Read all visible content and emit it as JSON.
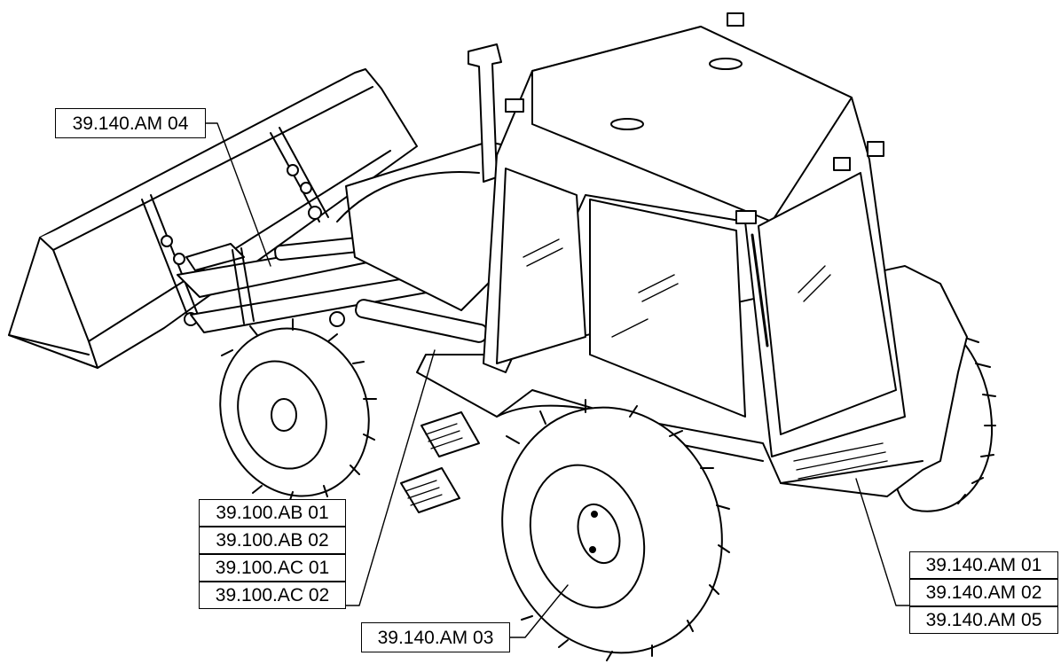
{
  "diagram": {
    "subject": "loader-backhoe-tractor-line-drawing",
    "callouts": {
      "am04": "39.140.AM 04",
      "ab01": "39.100.AB 01",
      "ab02": "39.100.AB 02",
      "ac01": "39.100.AC 01",
      "ac02": "39.100.AC 02",
      "am03": "39.140.AM 03",
      "am01": "39.140.AM 01",
      "am02": "39.140.AM 02",
      "am05": "39.140.AM 05"
    },
    "colors": {
      "line": "#000000",
      "background": "#ffffff"
    }
  }
}
